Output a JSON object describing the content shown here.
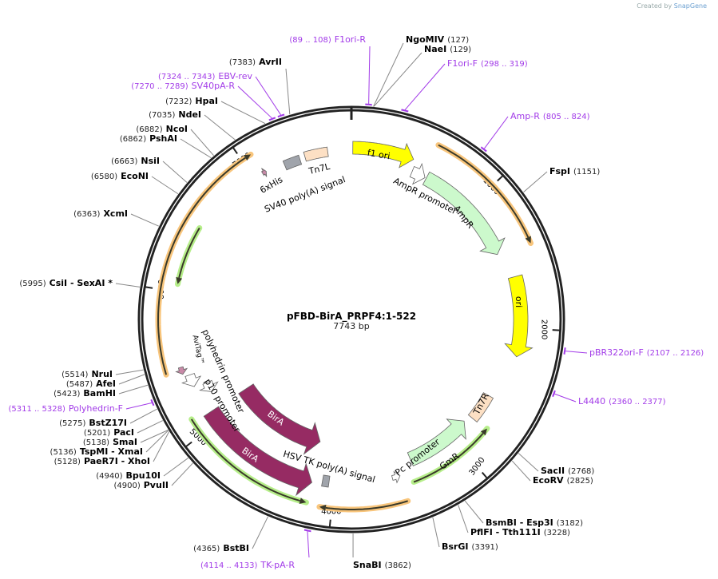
{
  "credit": {
    "prefix": "Created by",
    "brand": "SnapGene"
  },
  "plasmid": {
    "name": "pFBD-BirA_PRPF4:1-522",
    "size_label": "7743 bp",
    "length": 7743
  },
  "ticks": [
    "1000",
    "2000",
    "3000",
    "4000",
    "5000",
    "6000",
    "7000"
  ],
  "colors": {
    "backbone": "#222222",
    "primer": "#a23be8",
    "orf_orange": "#f8c57c",
    "orf_green": "#b6ee8a"
  },
  "features": [
    {
      "label": "f1 ori",
      "start": 10,
      "end": 456,
      "dir": 1,
      "color": "#ffff00",
      "kind": "arrow"
    },
    {
      "label": "AmpR promoter",
      "start": 480,
      "end": 590,
      "dir": 1,
      "color": "#ffffff",
      "kind": "arrow"
    },
    {
      "label": "AmpR",
      "start": 600,
      "end": 1420,
      "dir": 1,
      "color": "#ccf9cc",
      "kind": "arrow"
    },
    {
      "label": "ori",
      "start": 1620,
      "end": 2210,
      "dir": 1,
      "color": "#ffff00",
      "kind": "arrow"
    },
    {
      "label": "Tn7R",
      "start": 2560,
      "end": 2780,
      "dir": 0,
      "color": "#fde0c4",
      "kind": "box"
    },
    {
      "label": "GmR",
      "start": 2840,
      "end": 3380,
      "dir": -1,
      "color": "#ccf9cc",
      "kind": "arrow"
    },
    {
      "label": "Pc promoter",
      "start": 3500,
      "end": 3560,
      "dir": -1,
      "color": "#ffffff",
      "kind": "arrow"
    },
    {
      "label": "HSV TK poly(A) signal",
      "start": 4040,
      "end": 4090,
      "dir": 0,
      "color": "#a0a4ab",
      "kind": "box"
    },
    {
      "label": "BirA",
      "start": 4180,
      "end": 5090,
      "dir": -1,
      "color": "#962b63",
      "kind": "arrow"
    },
    {
      "label": "BirA",
      "start": 4165,
      "end": 5092,
      "dir": -1,
      "color": "#962b63",
      "kind": "arrow"
    },
    {
      "label": "p10 promoter",
      "start": 5220,
      "end": 5300,
      "dir": -1,
      "color": "#ffffff",
      "kind": "arrow"
    },
    {
      "label": "polyhedrin promoter",
      "start": 5310,
      "end": 5400,
      "dir": -1,
      "color": "#ffffff",
      "kind": "arrow"
    },
    {
      "label": "AviTag™",
      "start": 5420,
      "end": 5470,
      "dir": -1,
      "color": "#c98aa8",
      "kind": "arrow"
    },
    {
      "label": "6xHis",
      "start": 7070,
      "end": 7100,
      "dir": 1,
      "color": "#c98aa8",
      "kind": "arrow"
    },
    {
      "label": "SV40 poly(A) signal",
      "start": 7240,
      "end": 7360,
      "dir": 0,
      "color": "#a0a4ab",
      "kind": "box"
    },
    {
      "label": "Tn7L",
      "start": 7400,
      "end": 7570,
      "dir": 0,
      "color": "#fde0c4",
      "kind": "box"
    }
  ],
  "orfs": [
    {
      "start": 570,
      "end": 1440,
      "dir": 1,
      "color": "orange"
    },
    {
      "start": 2770,
      "end": 3420,
      "dir": -1,
      "color": "green"
    },
    {
      "start": 3500,
      "end": 4080,
      "dir": 1,
      "color": "orange"
    },
    {
      "start": 4170,
      "end": 5120,
      "dir": -1,
      "color": "green"
    },
    {
      "start": 5450,
      "end": 7068,
      "dir": 1,
      "color": "orange"
    },
    {
      "start": 6055,
      "end": 6475,
      "dir": -1,
      "color": "green"
    }
  ],
  "sites": [
    {
      "name": "NgoMIV",
      "pos": 127
    },
    {
      "name": "NaeI",
      "pos": 129
    },
    {
      "name": "FspI",
      "pos": 1151
    },
    {
      "name": "SacII",
      "pos": 2768
    },
    {
      "name": "EcoRV",
      "pos": 2825
    },
    {
      "name": "BsmBI   - Esp3I",
      "pos": 3182
    },
    {
      "name": "PflFI   - Tth111I",
      "pos": 3228
    },
    {
      "name": "BsrGI",
      "pos": 3391
    },
    {
      "name": "SnaBI",
      "pos": 3862
    },
    {
      "name": "BstBI",
      "pos": 4365
    },
    {
      "name": "PvuII",
      "pos": 4900
    },
    {
      "name": "Bpu10I",
      "pos": 4940
    },
    {
      "name": "PaeR7I   - XhoI",
      "pos": 5128
    },
    {
      "name": "TspMI   - XmaI",
      "pos": 5136
    },
    {
      "name": "SmaI",
      "pos": 5138
    },
    {
      "name": "PacI",
      "pos": 5201
    },
    {
      "name": "BstZ17I",
      "pos": 5275
    },
    {
      "name": "BamHI",
      "pos": 5423
    },
    {
      "name": "AfeI",
      "pos": 5487
    },
    {
      "name": "NruI",
      "pos": 5514
    },
    {
      "name": "CsiI   - SexAI *",
      "pos": 5995
    },
    {
      "name": "XcmI",
      "pos": 6363
    },
    {
      "name": "EcoNI",
      "pos": 6580
    },
    {
      "name": "NsiI",
      "pos": 6663
    },
    {
      "name": "PshAI",
      "pos": 6862
    },
    {
      "name": "NcoI",
      "pos": 6882
    },
    {
      "name": "NdeI",
      "pos": 7035
    },
    {
      "name": "HpaI",
      "pos": 7232
    },
    {
      "name": "AvrII",
      "pos": 7383
    }
  ],
  "primers": [
    {
      "name": "F1ori-R",
      "start": 89,
      "end": 108
    },
    {
      "name": "F1ori-F",
      "start": 298,
      "end": 319
    },
    {
      "name": "Amp-R",
      "start": 805,
      "end": 824
    },
    {
      "name": "pBR322ori-F",
      "start": 2107,
      "end": 2126
    },
    {
      "name": "L4440",
      "start": 2360,
      "end": 2377
    },
    {
      "name": "TK-pA-R",
      "start": 4114,
      "end": 4133
    },
    {
      "name": "Polyhedrin-F",
      "start": 5311,
      "end": 5328
    },
    {
      "name": "SV40pA-R",
      "start": 7270,
      "end": 7289
    },
    {
      "name": "EBV-rev",
      "start": 7324,
      "end": 7343
    }
  ]
}
